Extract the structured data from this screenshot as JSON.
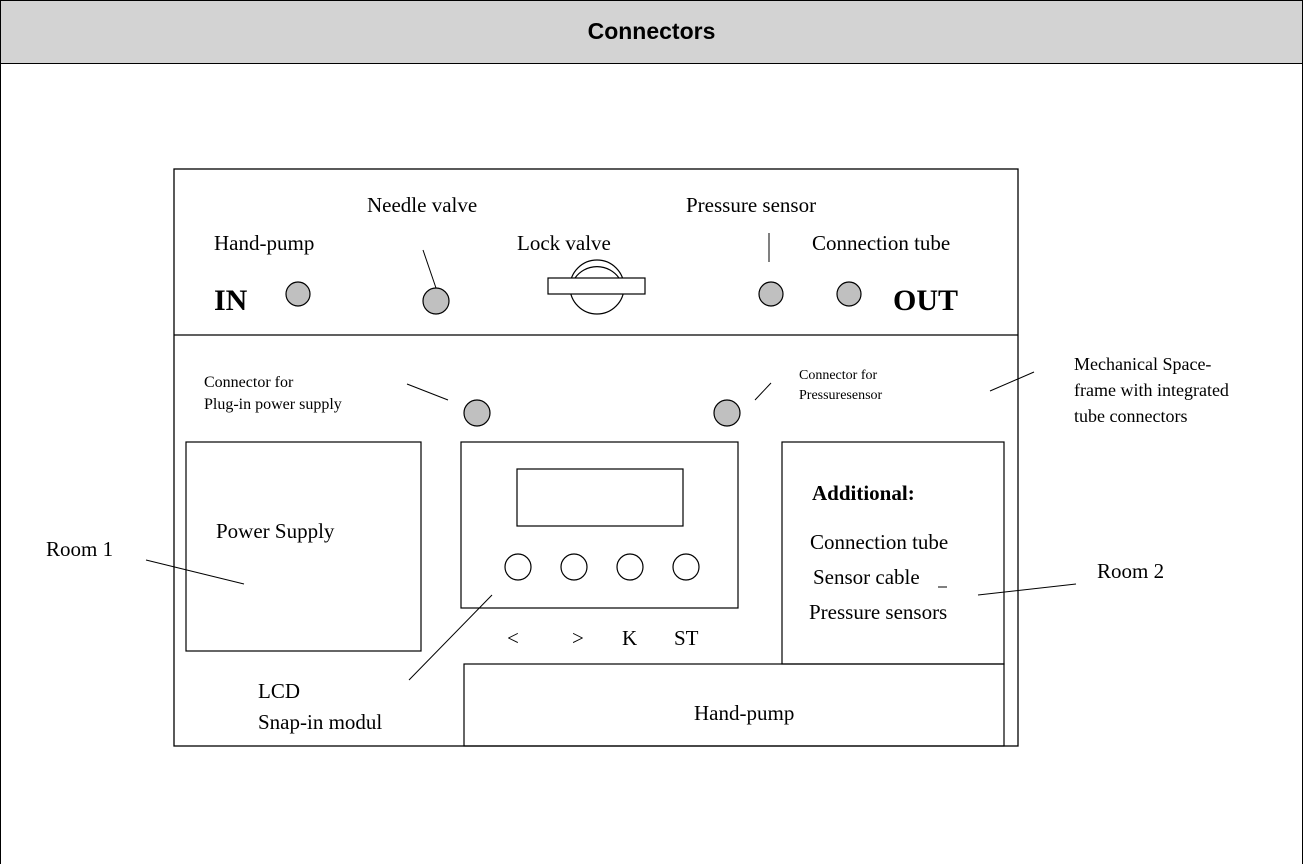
{
  "header": {
    "title": "Connectors"
  },
  "top_panel": {
    "hand_pump_label": "Hand-pump",
    "needle_valve_label": "Needle valve",
    "lock_valve_label": "Lock valve",
    "pressure_sensor_label": "Pressure sensor",
    "connection_tube_label": "Connection tube",
    "in_label": "IN",
    "out_label": "OUT"
  },
  "connectors": {
    "power_line1": "Connector for",
    "power_line2": "Plug-in power supply",
    "pressure_line1": "Connector for",
    "pressure_line2": "Pressuresensor"
  },
  "frame_note": {
    "line1": "Mechanical Space-",
    "line2": "frame with integrated",
    "line3": "tube connectors"
  },
  "rooms": {
    "room1": "Room 1",
    "room2": "Room 2",
    "power_supply": "Power Supply",
    "hand_pump": "Hand-pump"
  },
  "additional": {
    "title": "Additional:",
    "item1": "Connection tube",
    "item2": "Sensor  cable",
    "item3": "Pressure sensors"
  },
  "lcd": {
    "line1": "LCD",
    "line2": "Snap-in modul",
    "key1": "<",
    "key2": ">",
    "key3": "K",
    "key4": "ST"
  },
  "colors": {
    "header_bg": "#d3d3d3",
    "port_fill": "#c0c0c0",
    "line": "#000000"
  }
}
